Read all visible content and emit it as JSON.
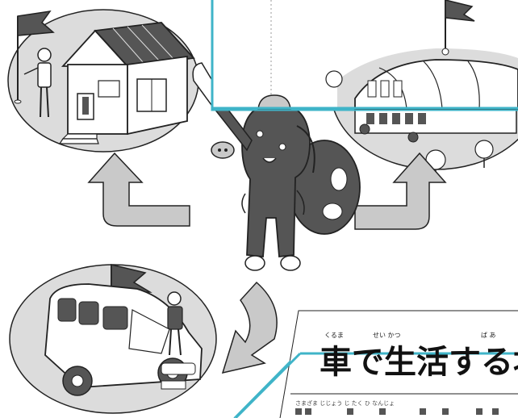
{
  "illustration": {
    "description_labels": {
      "home": "house-with-flag",
      "school": "school-with-flag",
      "car": "car-with-flag",
      "character": "mascot-hiker"
    },
    "colors": {
      "ellipse_fill": "#dcdcdc",
      "arrow_fill": "#c9c9c9",
      "mascot_fill": "#555555",
      "frame_line": "#3fb4c8",
      "ink": "#222222"
    }
  },
  "panel": {
    "heading": "車で生活する場合",
    "ruby": {
      "kuruma": "くるま",
      "seikatsu": "せい かつ",
      "baai": "ば あ"
    },
    "footnote_ruby": "さまざま   じじょう        じ たく    ひ なんじょ"
  }
}
